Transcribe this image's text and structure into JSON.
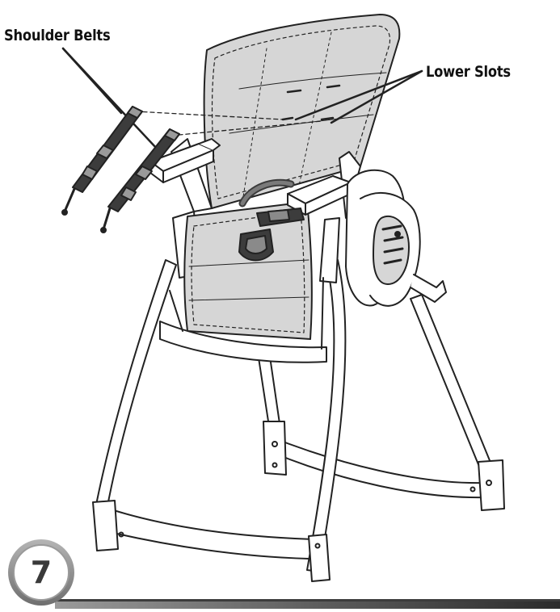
{
  "labels": {
    "shoulder_belts": "Shoulder Belts",
    "lower_slots": "Lower Slots"
  },
  "step": {
    "number": "7"
  },
  "colors": {
    "outline": "#222222",
    "seat_pad": "#d6d6d6",
    "bar_dark": "#3c3c3c",
    "bar_light": "#9a9a9a",
    "badge_ring": "#8a8a8a"
  }
}
